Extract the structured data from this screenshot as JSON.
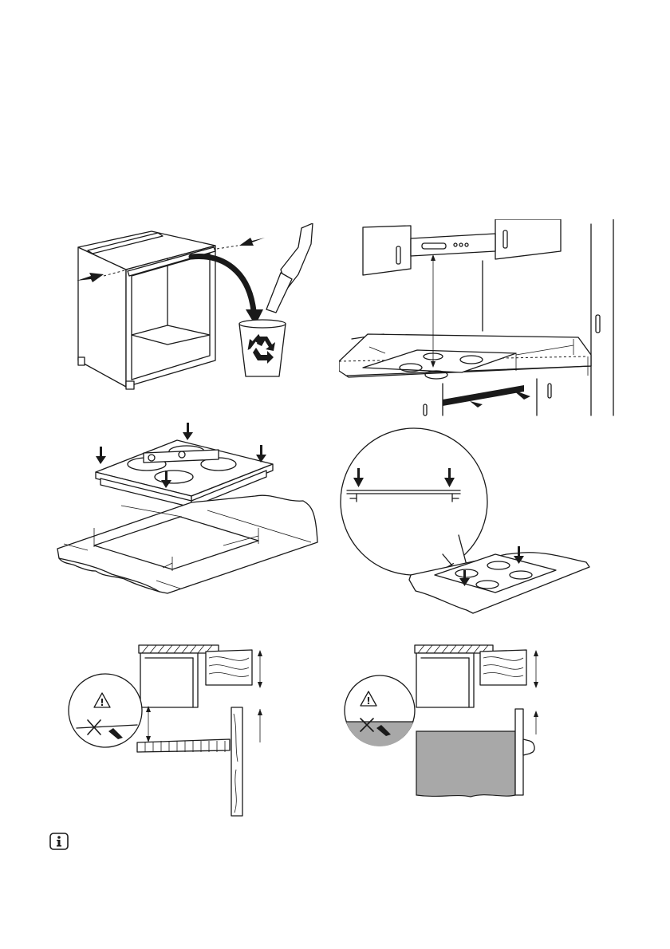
{
  "page": {
    "figures": [
      {
        "id": "cabinet-removal"
      },
      {
        "id": "hob-clearances"
      },
      {
        "id": "hob-cutout-installation"
      },
      {
        "id": "hob-seal-detail"
      },
      {
        "id": "oven-below-hob-wrong"
      },
      {
        "id": "drawer-below-hob-wrong"
      }
    ],
    "icons": {
      "info": "info-icon",
      "recycle": "recycle-icon",
      "warning": "warning-triangle-icon",
      "arrow": "arrow-icon"
    },
    "colors": {
      "line": "#1a1a1a",
      "fill_gray": "#a8a8a8",
      "background": "#ffffff"
    }
  }
}
